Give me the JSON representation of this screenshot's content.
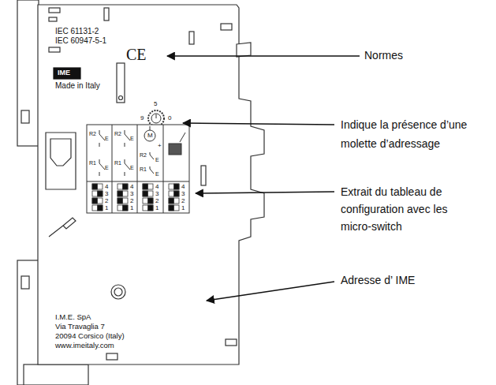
{
  "diagram": {
    "labels": [
      "IEC 61131-2",
      "IEC 60947-5-1",
      "Normes",
      "CE",
      "IME",
      "Made in Italy",
      "5",
      "9",
      "0",
      "Indique la présence d’une molette d’adressage",
      "R2",
      "E",
      "R1",
      "E",
      "R2",
      "E",
      "R1",
      "E",
      "M",
      "R2",
      "E",
      "+",
      "R1",
      "E",
      "4",
      "3",
      "2",
      "1",
      "4",
      "3",
      "2",
      "1",
      "4",
      "3",
      "2",
      "1",
      "4",
      "3",
      "2",
      "1",
      "Extrait du tableau de configuration avec les micro-switch",
      "I.M.E. SpA",
      "Via Travaglia 7",
      "20094 Corsico (Italy)",
      "www.imeitaly.com",
      "Adresse d’ IME"
    ]
  }
}
